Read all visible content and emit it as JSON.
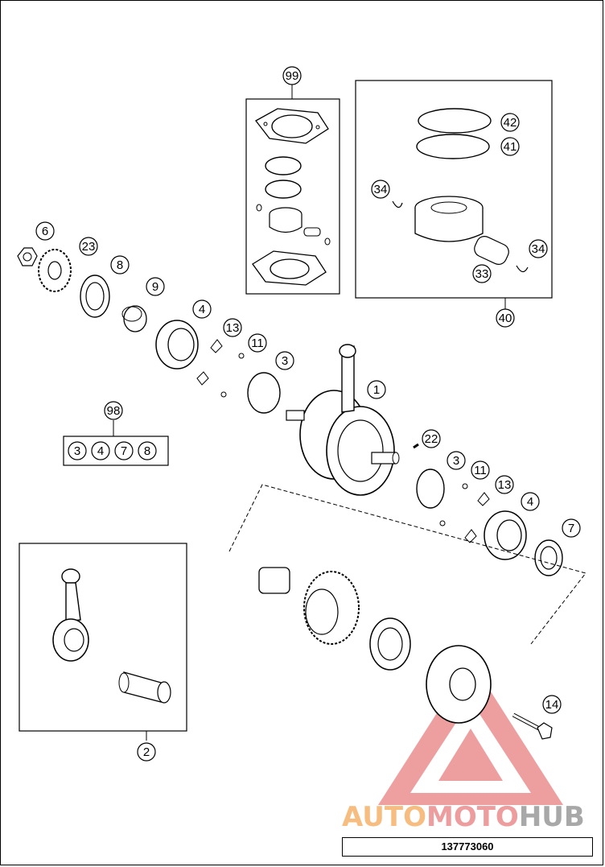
{
  "document": {
    "part_number": "137773060"
  },
  "callouts": {
    "c99": "99",
    "c42": "42",
    "c41": "41",
    "c34a": "34",
    "c34b": "34",
    "c33": "33",
    "c40": "40",
    "c6": "6",
    "c23": "23",
    "c8": "8",
    "c9": "9",
    "c4a": "4",
    "c13a": "13",
    "c11a": "11",
    "c3a": "3",
    "c1": "1",
    "c98": "98",
    "c22": "22",
    "c3b": "3",
    "c11b": "11",
    "c13b": "13",
    "c4b": "4",
    "c7": "7",
    "c14": "14",
    "c2": "2"
  },
  "kit98": {
    "items": [
      "3",
      "4",
      "7",
      "8"
    ]
  },
  "watermark": {
    "part1": "AUTO",
    "part2": "MOTO",
    "part3": "HUB",
    "colors": {
      "auto": "#f6b26b",
      "moto": "#ea8c8c",
      "hub": "#9a9a9a",
      "triangle": "#e06060"
    }
  }
}
